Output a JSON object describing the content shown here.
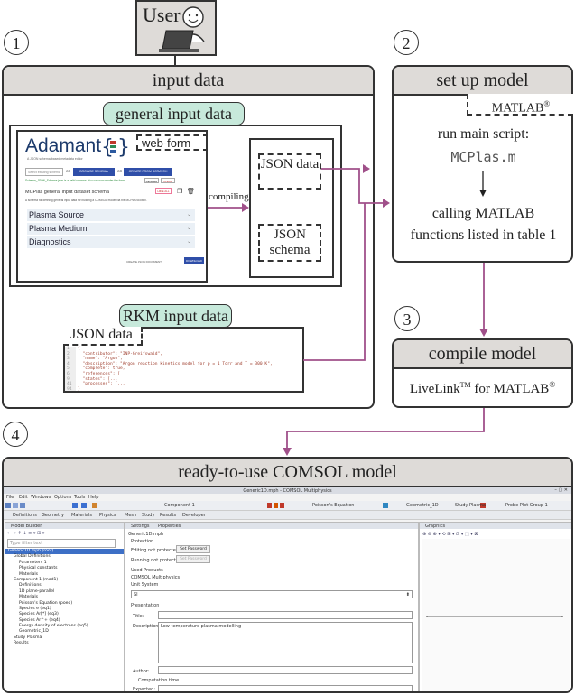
{
  "user_label": "User",
  "steps": [
    "1",
    "2",
    "3",
    "4"
  ],
  "input_data": {
    "title": "input data",
    "general_label": "general input data",
    "web_form_label": "web-form",
    "adamant": {
      "logo_text": "Adamant",
      "tagline": "A JSON schema-based metadata editor",
      "search_placeholder": "Select existing schema",
      "or1": "OR",
      "btn_browse": "BROWSE SCHEMA",
      "or2": "OR",
      "btn_create": "CREATE FROM SCRATCH",
      "small_btn1": "RENDER",
      "small_btn2": "CLEAR",
      "valid_msg": "Schema_JSON_Schema.json is a valid schema. You can now render the form.",
      "schema_title": "MCPlas general input dataset schema",
      "schema_desc": "A schema for defining general input data for building a COMSOL model via the MCPlas toolbox.",
      "hide_label": "HIDE ALL",
      "sections": [
        "Plasma Source",
        "Plasma Medium",
        "Diagnostics"
      ],
      "footer_text": "CREATE JSON DOCUMENT",
      "footer_btn": "DOWNLOAD"
    },
    "compiling_label": "compiling",
    "json_data_label": "JSON data",
    "json_schema_label": "JSON schema",
    "rkm_label": "RKM input data",
    "rkm_json_label": "JSON data",
    "rkm_code": [
      {
        "n": "1",
        "t": "{"
      },
      {
        "n": "2",
        "t": "  \"contributor\": \"INP-Greifswald\","
      },
      {
        "n": "3",
        "t": "  \"name\": \"Argon\","
      },
      {
        "n": "4",
        "t": "  \"description\": \"Argon reaction kinetics model for p = 1 Torr and T = 300 K\","
      },
      {
        "n": "5",
        "t": "  \"complete\": true,"
      },
      {
        "n": "6",
        "t": "  \"references\": ["
      },
      {
        "n": "9",
        "t": "  \"states\": [..."
      },
      {
        "n": "41",
        "t": "  \"processes\": [..."
      },
      {
        "n": "94",
        "t": "}"
      }
    ]
  },
  "setup_model": {
    "title": "set up model",
    "matlab_tag": "MATLAB",
    "reg": "®",
    "run_line": "run main script:",
    "script": "MCPlas.m",
    "calling1": "calling MATLAB",
    "calling2": "functions listed in table 1"
  },
  "compile_model": {
    "title": "compile model",
    "livelink_pre": "LiveLink",
    "tm": "TM",
    "livelink_post": " for MATLAB",
    "reg": "®"
  },
  "ready": {
    "title": "ready-to-use COMSOL model",
    "window_title": "Generic1D.mph - COMSOL Multiphysics",
    "menu": [
      "File",
      "Edit",
      "Windows",
      "Options",
      "Tools",
      "Help"
    ],
    "toolbar_dropdowns": [
      "Component 1",
      "Poisson's Equation",
      "Geometric_1D",
      "Study Plasma",
      "Probe Plot Group 1"
    ],
    "ribbon_tabs": [
      "Definitions",
      "Geometry",
      "Materials",
      "Physics",
      "Mesh",
      "Study",
      "Results",
      "Developer"
    ],
    "model_builder_title": "Model Builder",
    "filter_placeholder": "Type filter text",
    "tree": [
      {
        "lvl": 0,
        "t": "Generic1D.mph (root)",
        "sel": true
      },
      {
        "lvl": 1,
        "t": "Global Definitions"
      },
      {
        "lvl": 2,
        "t": "Parameters 1"
      },
      {
        "lvl": 2,
        "t": "Physical constants"
      },
      {
        "lvl": 2,
        "t": "Materials"
      },
      {
        "lvl": 1,
        "t": "Component 1 (mod1)"
      },
      {
        "lvl": 2,
        "t": "Definitions"
      },
      {
        "lvl": 2,
        "t": "1D plane-parallel"
      },
      {
        "lvl": 2,
        "t": "Materials"
      },
      {
        "lvl": 2,
        "t": "Poisson's Equation (poeq)"
      },
      {
        "lvl": 2,
        "t": "Species e (eq1)"
      },
      {
        "lvl": 2,
        "t": "Species Ar[*] (eq3)"
      },
      {
        "lvl": 2,
        "t": "Species Ar^+ (eq4)"
      },
      {
        "lvl": 2,
        "t": "Energy density of electrons (eq5)"
      },
      {
        "lvl": 2,
        "t": "Geometric_1D"
      },
      {
        "lvl": 1,
        "t": "Study Plasma"
      },
      {
        "lvl": 1,
        "t": "Results"
      }
    ],
    "settings_tab": "Settings",
    "properties_tab": "Properties",
    "file_name": "Generic1D.mph",
    "protection_title": "Protection",
    "editing_label": "Editing not protected:",
    "running_label": "Running not protected:",
    "set_password": "Set Password",
    "used_products_title": "Used Products",
    "product": "COMSOL Multiphysics",
    "unit_system_title": "Unit System",
    "unit_value": "SI",
    "presentation_title": "Presentation",
    "title_label": "Title:",
    "description_label": "Description:",
    "description_value": "Low-temperature plasma modelling",
    "author_label": "Author:",
    "computation_label": "Computation time",
    "expected_label": "Expected:",
    "graphics_title": "Graphics"
  }
}
